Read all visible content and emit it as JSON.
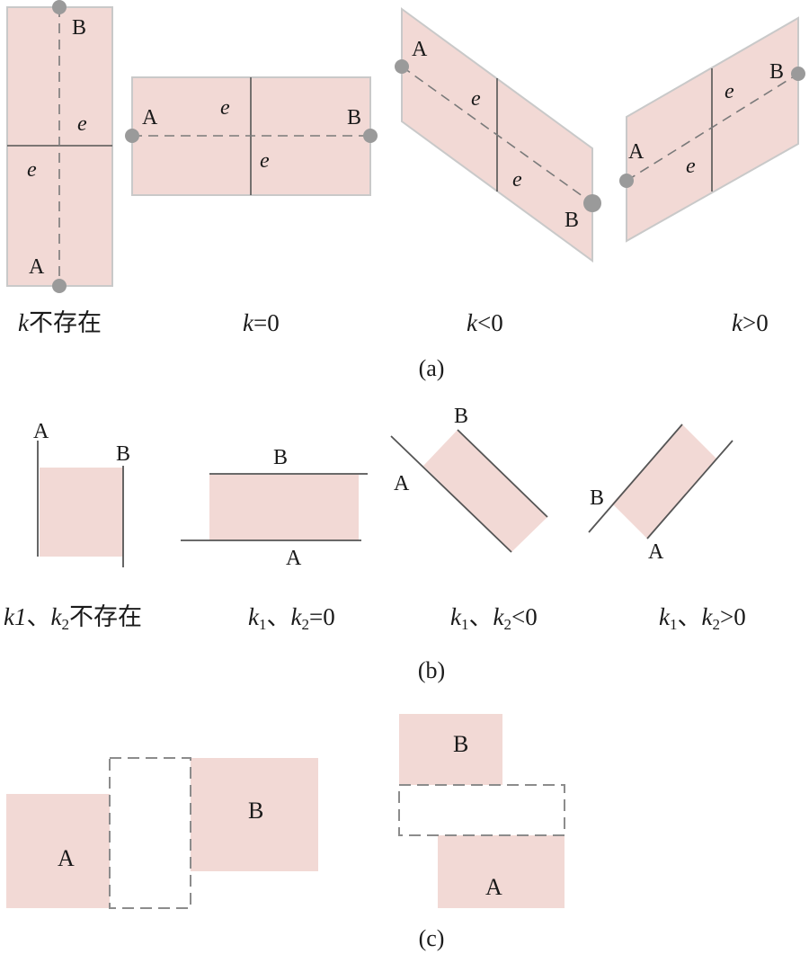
{
  "panel_a": {
    "label": "(a)",
    "point_a": "A",
    "point_b": "B",
    "element": "e",
    "cases": [
      {
        "k": "k",
        "cond": "不存在"
      },
      {
        "k": "k",
        "cond": "=0"
      },
      {
        "k": "k",
        "cond": "<0"
      },
      {
        "k": "k",
        "cond": ">0"
      }
    ]
  },
  "panel_b": {
    "label": "(b)",
    "line_a": "A",
    "line_b": "B",
    "cases": [
      {
        "k1": "k1",
        "sep": "、",
        "k2": "k",
        "sub2": "2",
        "cond": "不存在"
      },
      {
        "k1": "k",
        "sub1": "1",
        "sep": "、",
        "k2": "k",
        "sub2": "2",
        "cond": "=0"
      },
      {
        "k1": "k",
        "sub1": "1",
        "sep": "、",
        "k2": "k",
        "sub2": "2",
        "cond": "<0"
      },
      {
        "k1": "k",
        "sub1": "1",
        "sep": "、",
        "k2": "k",
        "sub2": "2",
        "cond": ">0"
      }
    ]
  },
  "panel_c": {
    "label": "(c)",
    "rect_a": "A",
    "rect_b": "B"
  }
}
